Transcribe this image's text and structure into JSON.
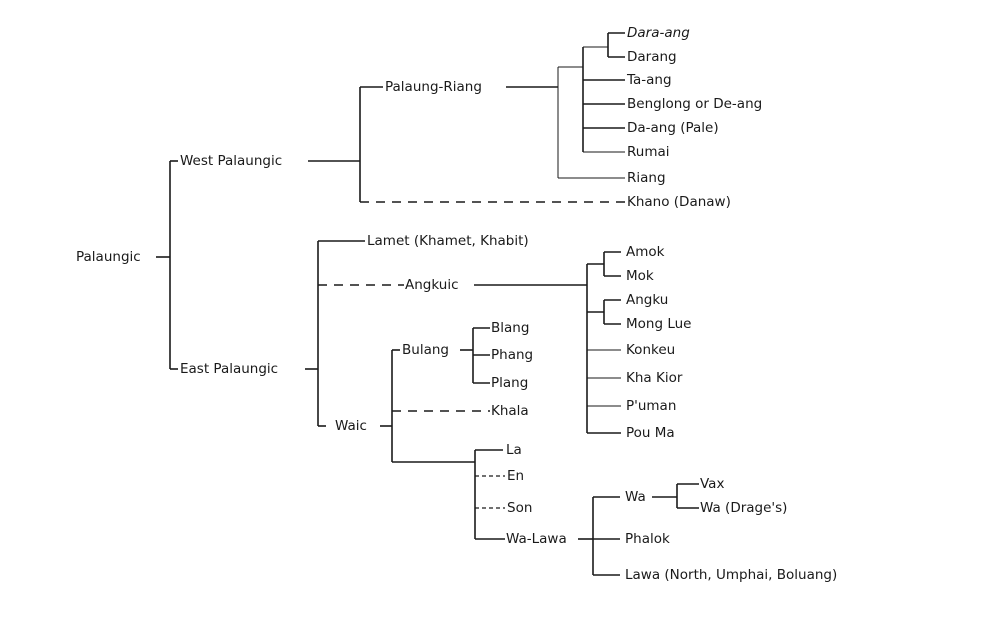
{
  "diagram": {
    "title": "Palaungic language family tree",
    "root": "Palaungic",
    "nodes": {
      "palaungic": "Palaungic",
      "west_palaungic": "West Palaungic",
      "east_palaungic": "East Palaungic",
      "palaung_riang": "Palaung-Riang",
      "dara_ang": "Dara-ang",
      "darang": "Darang",
      "ta_ang": "Ta-ang",
      "benglong": "Benglong or De-ang",
      "da_ang": "Da-ang (Pale)",
      "rumai": "Rumai",
      "riang": "Riang",
      "khano": "Khano (Danaw)",
      "lamet": "Lamet (Khamet, Khabit)",
      "angkuic": "Angkuic",
      "amok": "Amok",
      "mok": "Mok",
      "angku": "Angku",
      "mong_lue": "Mong Lue",
      "konkeu": "Konkeu",
      "kha_kior": "Kha Kior",
      "puman": "P'uman",
      "pou_ma": "Pou Ma",
      "waic": "Waic",
      "bulang": "Bulang",
      "blang": "Blang",
      "phang": "Phang",
      "plang": "Plang",
      "khala": "Khala",
      "la": "La",
      "en": "En",
      "son": "Son",
      "wa_lawa": "Wa-Lawa",
      "wa": "Wa",
      "vax": "Vax",
      "wa_drage": "Wa (Drage's)",
      "phalok": "Phalok",
      "lawa": "Lawa (North, Umphai, Boluang)"
    },
    "edges": [
      {
        "from": "palaungic",
        "to": "west_palaungic",
        "style": "solid"
      },
      {
        "from": "palaungic",
        "to": "east_palaungic",
        "style": "solid"
      },
      {
        "from": "west_palaungic",
        "to": "palaung_riang",
        "style": "solid"
      },
      {
        "from": "west_palaungic",
        "to": "khano",
        "style": "dashed"
      },
      {
        "from": "palaung_riang",
        "to": "dara_ang",
        "style": "solid"
      },
      {
        "from": "palaung_riang",
        "to": "darang",
        "style": "solid"
      },
      {
        "from": "palaung_riang",
        "to": "ta_ang",
        "style": "solid"
      },
      {
        "from": "palaung_riang",
        "to": "benglong",
        "style": "solid"
      },
      {
        "from": "palaung_riang",
        "to": "da_ang",
        "style": "solid"
      },
      {
        "from": "palaung_riang",
        "to": "rumai",
        "style": "solid"
      },
      {
        "from": "palaung_riang",
        "to": "riang",
        "style": "solid"
      },
      {
        "from": "east_palaungic",
        "to": "lamet",
        "style": "solid"
      },
      {
        "from": "east_palaungic",
        "to": "angkuic",
        "style": "dashed"
      },
      {
        "from": "east_palaungic",
        "to": "waic",
        "style": "solid"
      },
      {
        "from": "angkuic",
        "to": "amok",
        "style": "solid"
      },
      {
        "from": "angkuic",
        "to": "mok",
        "style": "solid"
      },
      {
        "from": "angkuic",
        "to": "angku",
        "style": "solid"
      },
      {
        "from": "angkuic",
        "to": "mong_lue",
        "style": "solid"
      },
      {
        "from": "angkuic",
        "to": "konkeu",
        "style": "solid"
      },
      {
        "from": "angkuic",
        "to": "kha_kior",
        "style": "solid"
      },
      {
        "from": "angkuic",
        "to": "puman",
        "style": "solid"
      },
      {
        "from": "angkuic",
        "to": "pou_ma",
        "style": "solid"
      },
      {
        "from": "waic",
        "to": "bulang",
        "style": "solid"
      },
      {
        "from": "waic",
        "to": "khala",
        "style": "dashed"
      },
      {
        "from": "waic",
        "to": "la",
        "style": "solid"
      },
      {
        "from": "waic",
        "to": "en",
        "style": "dotted"
      },
      {
        "from": "waic",
        "to": "son",
        "style": "dotted"
      },
      {
        "from": "waic",
        "to": "wa_lawa",
        "style": "solid"
      },
      {
        "from": "bulang",
        "to": "blang",
        "style": "solid"
      },
      {
        "from": "bulang",
        "to": "phang",
        "style": "solid"
      },
      {
        "from": "bulang",
        "to": "plang",
        "style": "solid"
      },
      {
        "from": "wa_lawa",
        "to": "wa",
        "style": "solid"
      },
      {
        "from": "wa_lawa",
        "to": "phalok",
        "style": "solid"
      },
      {
        "from": "wa_lawa",
        "to": "lawa",
        "style": "solid"
      },
      {
        "from": "wa",
        "to": "vax",
        "style": "solid"
      },
      {
        "from": "wa",
        "to": "wa_drage",
        "style": "solid"
      }
    ]
  }
}
